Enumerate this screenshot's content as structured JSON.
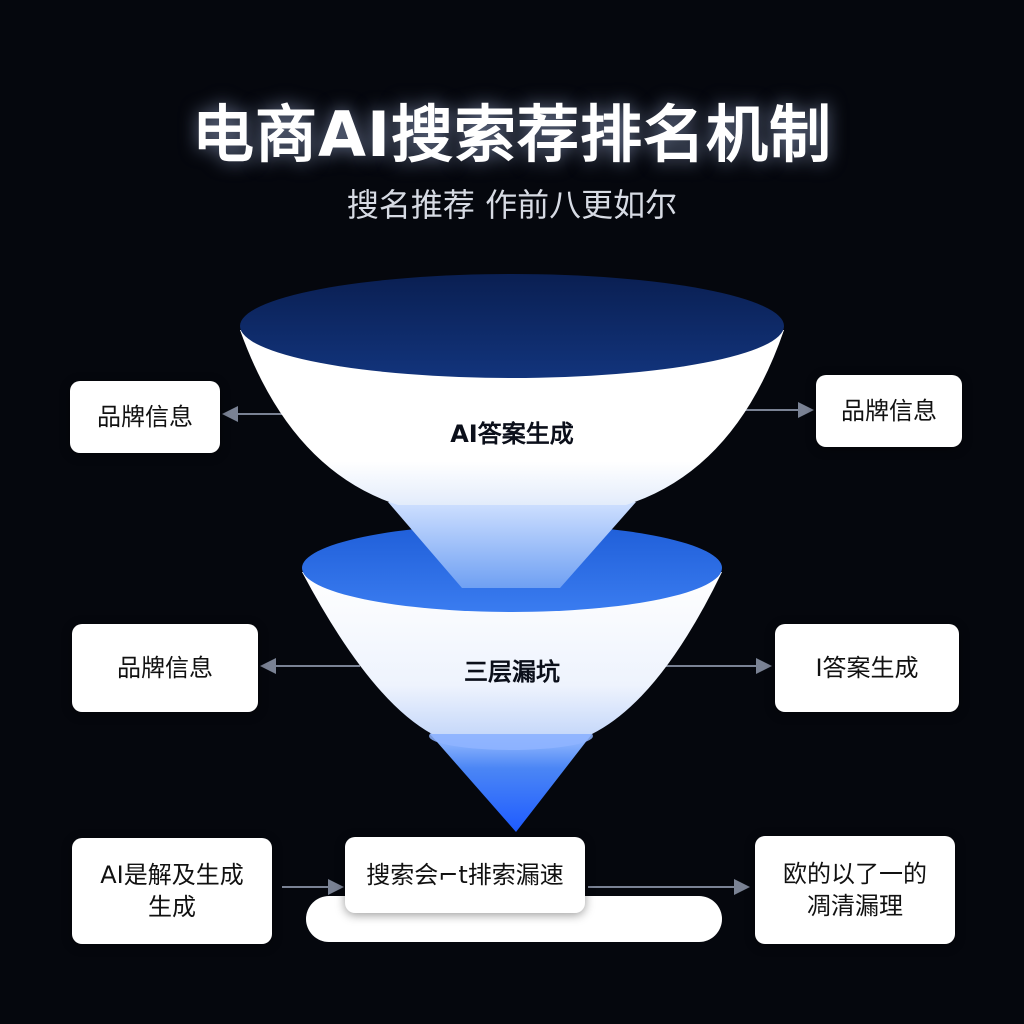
{
  "header": {
    "title": "电商AI搜索荐排名机制",
    "subtitle": "搜名推荐 作前八更如尔"
  },
  "funnel": {
    "stages": [
      {
        "label": "AI答案生成"
      },
      {
        "label": "三层漏坑"
      }
    ]
  },
  "boxes": {
    "top_left": "品牌信息",
    "top_right": "品牌信息",
    "middle_left": "品牌信息",
    "middle_right": "I答案生成",
    "bottom_left_line1": "AI是解及生成",
    "bottom_left_line2": "生成",
    "bottom_center": "搜索会⌐t排索漏速",
    "bottom_right_line1": "欧的以了一的",
    "bottom_right_line2": "凋清漏理"
  },
  "colors": {
    "background": "#05070d",
    "funnel_rim_dark": "#0d2a66",
    "funnel_rim_bright": "#2a6de8",
    "funnel_tip": "#1e5bff",
    "connector": "#7a8294"
  }
}
